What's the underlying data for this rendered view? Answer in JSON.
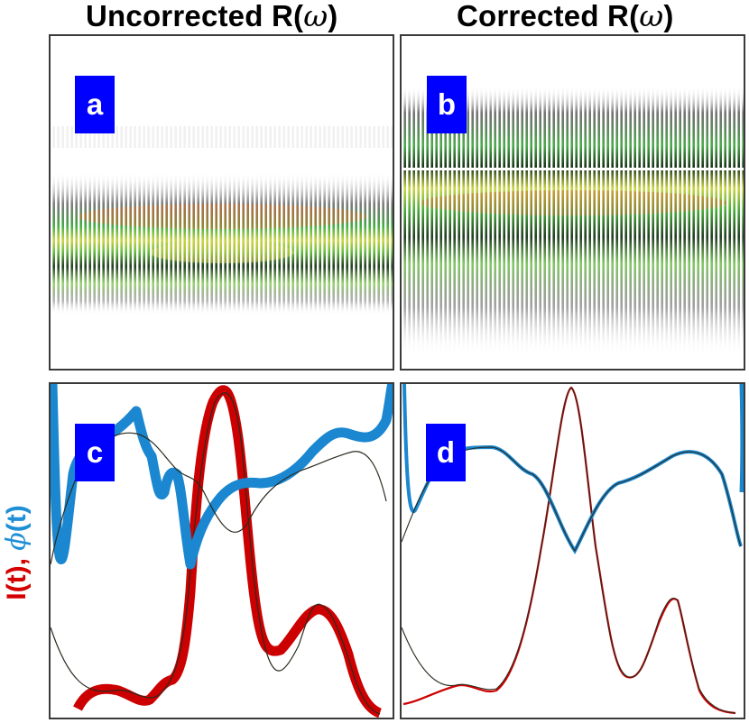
{
  "figure": {
    "titles": {
      "left": "Uncorrected R(",
      "left_omega": "ω",
      "left_close": ")",
      "right": "Corrected R(",
      "right_omega": "ω",
      "right_close": ")"
    },
    "panels": [
      {
        "id": "a",
        "label": "a",
        "kind": "spectrogram",
        "band": "narrow"
      },
      {
        "id": "b",
        "label": "b",
        "kind": "spectrogram",
        "band": "wide"
      },
      {
        "id": "c",
        "label": "c",
        "kind": "intensity-phase",
        "trace_quality": "noisy"
      },
      {
        "id": "d",
        "label": "d",
        "kind": "intensity-phase",
        "trace_quality": "clean"
      }
    ],
    "y_axis_label": {
      "intensity": "I(t)",
      "sep": ", ",
      "phase_symbol": "ϕ",
      "phase_arg": "(t)"
    },
    "colors": {
      "badge": "#0000ff",
      "intensity": "#cc0000",
      "phase": "#1a87d0",
      "reference": "#2b2b20"
    }
  }
}
